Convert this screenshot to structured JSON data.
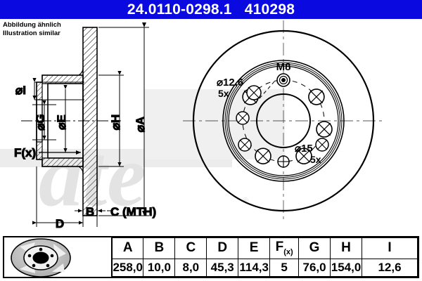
{
  "header": {
    "part_number": "24.0110-0298.1",
    "reference": "410298",
    "background_color": "#0a0ae0",
    "text_color": "#ffffff"
  },
  "note": {
    "line1": "Abbildung ähnlich",
    "line2": "Illustration similar"
  },
  "drawing": {
    "watermark": "ate",
    "section_labels": {
      "diameter_i": "⌀I",
      "diameter_g": "⌀G",
      "diameter_e": "⌀E",
      "diameter_h": "⌀H",
      "diameter_a": "⌀A",
      "fx": "F(x)",
      "b": "B",
      "c": "C (MTH)",
      "d": "D"
    },
    "face_labels": {
      "thread": "M8",
      "small_hole_dia": "⌀12,6",
      "small_hole_count": "5x",
      "large_hole_dia": "⌀15",
      "large_hole_count": "5x"
    }
  },
  "table": {
    "headers": [
      "A",
      "B",
      "C",
      "D",
      "E",
      "F(x)",
      "G",
      "H",
      "I"
    ],
    "values": [
      "258,0",
      "10,0",
      "8,0",
      "45,3",
      "114,3",
      "5",
      "76,0",
      "154,0",
      "12,6"
    ],
    "fx_base": "F",
    "fx_sub": "(x)",
    "icon": "brake-disc-illustration"
  }
}
